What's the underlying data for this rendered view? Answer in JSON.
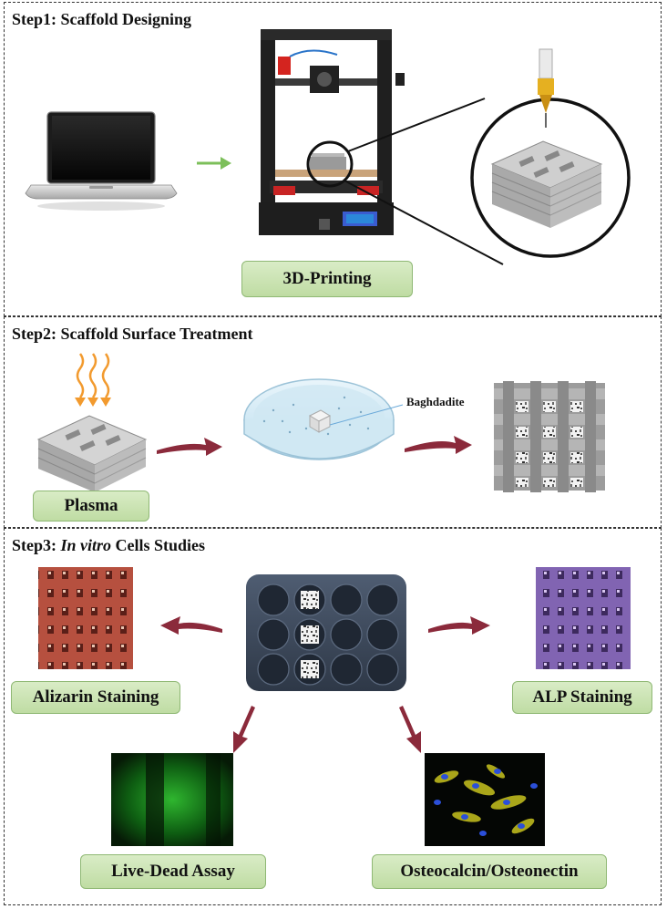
{
  "steps": {
    "step1": {
      "title": "Step1: Scaffold Designing",
      "box": "3D-Printing"
    },
    "step2": {
      "title": "Step2: Scaffold Surface Treatment",
      "box": "Plasma",
      "annotation": "Baghdadite"
    },
    "step3": {
      "title_prefix": "Step3: ",
      "title_italic": "In vitro",
      "title_suffix": " Cells Studies",
      "boxes": {
        "alizarin": "Alizarin Staining",
        "alp": "ALP Staining",
        "live_dead": "Live-Dead Assay",
        "osteo": "Osteocalcin/Osteonectin"
      }
    }
  },
  "colors": {
    "green_box": "#c9e4b0",
    "arrow_maroon": "#8b2a3b",
    "arrow_green": "#7cbf5a",
    "heat_orange": "#f29a2e",
    "alizarin": "#b04a3e",
    "alp": "#7a5aa6"
  }
}
